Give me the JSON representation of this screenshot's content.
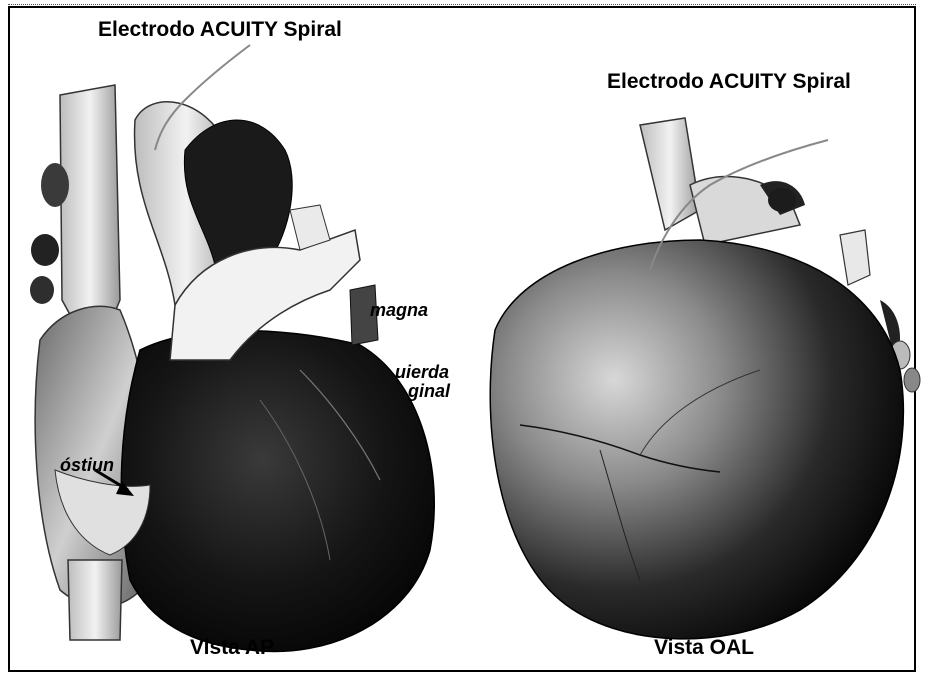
{
  "left_panel": {
    "electrode_label": "Electrodo ACUITY Spiral",
    "view_label": "Vista AP",
    "partial_labels": {
      "vein_magna": "magna",
      "vein_left_line1": "uierda",
      "vein_left_line2": "ginal",
      "ostium": "óstiun"
    }
  },
  "right_panel": {
    "electrode_label": "Electrodo ACUITY Spiral",
    "view_label": "Vista OAL"
  }
}
